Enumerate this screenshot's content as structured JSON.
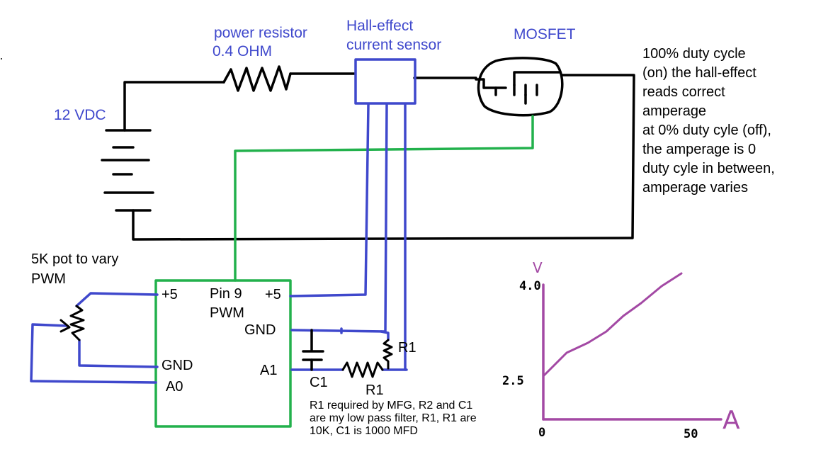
{
  "labels": {
    "power_resistor": "power resistor",
    "power_resistor_value": "0.4 OHM",
    "hall_sensor_line1": "Hall-effect",
    "hall_sensor_line2": "current sensor",
    "mosfet": "MOSFET",
    "supply": "12 VDC",
    "pot_line1": "5K pot to vary",
    "pot_line2": "PWM"
  },
  "note": {
    "text": "100% duty cycle\n(on) the hall-effect\nreads correct\namperage\nat 0% duty cyle (off),\nthe amperage is 0\nduty cyle in between,\namperage varies"
  },
  "arduino": {
    "pin_5v_left": "+5",
    "pin9_line1": "Pin 9",
    "pin9_line2": "PWM",
    "pin_5v_right": "+5",
    "gnd_right": "GND",
    "gnd_left": "GND",
    "a0": "A0",
    "a1": "A1"
  },
  "filter": {
    "c1": "C1",
    "r1_vertical": "R1",
    "r1_horizontal": "R1",
    "text": "R1 required by MFG, R2 and C1\nare my low pass filter, R1, R1 are\n10K, C1 is 1000 MFD"
  },
  "graph": {
    "y_axis_letter": "V",
    "y_top_tick": "4.0",
    "y_mid_tick": "2.5",
    "x_origin": "0",
    "x_end_tick": "50",
    "x_axis_letter": "A"
  },
  "colors": {
    "wire_black": "#000000",
    "wire_green": "#22b14c",
    "wire_blue": "#3f48cc",
    "graph_purple": "#a349a4",
    "label_blue": "#3f48cc"
  }
}
